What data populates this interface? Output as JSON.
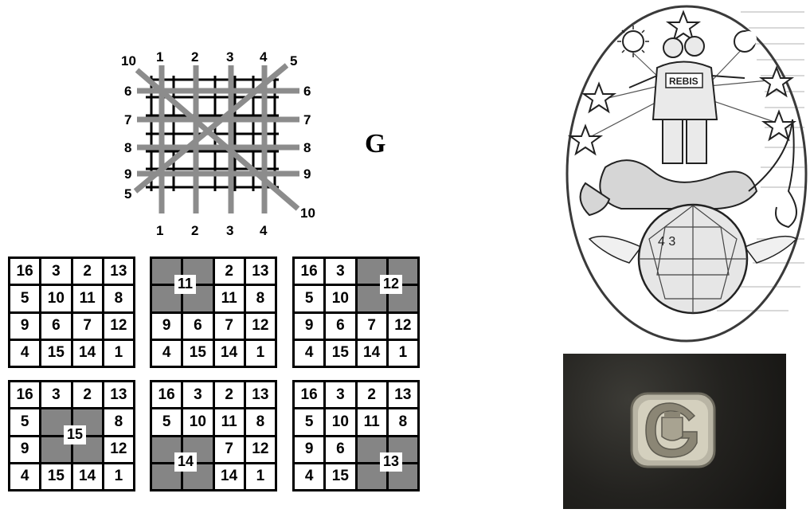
{
  "diagram": {
    "top_labels": [
      "1",
      "2",
      "3",
      "4"
    ],
    "bottom_labels": [
      "1",
      "2",
      "3",
      "4"
    ],
    "left_labels": [
      "6",
      "7",
      "8",
      "9"
    ],
    "right_labels": [
      "6",
      "7",
      "8",
      "9"
    ],
    "corner_top_left": "10",
    "corner_top_right": "5",
    "corner_bottom_left": "5",
    "corner_bottom_right": "10"
  },
  "letter": "G",
  "magic_square": [
    [
      "16",
      "3",
      "2",
      "13"
    ],
    [
      "5",
      "10",
      "11",
      "8"
    ],
    [
      "9",
      "6",
      "7",
      "12"
    ],
    [
      "4",
      "15",
      "14",
      "1"
    ]
  ],
  "panels": [
    {
      "highlight": "none",
      "label": ""
    },
    {
      "highlight": "top-left",
      "label": "11"
    },
    {
      "highlight": "top-right",
      "label": "12"
    },
    {
      "highlight": "center",
      "label": "15"
    },
    {
      "highlight": "bottom-left",
      "label": "14"
    },
    {
      "highlight": "bottom-right",
      "label": "13"
    }
  ],
  "engraving": {
    "banner_text": "REBIS",
    "globe_numbers": "4 3"
  },
  "colors": {
    "grid_line": "#000000",
    "overlay_line": "#8c8c8c",
    "highlight_fill": "#858585",
    "background": "#ffffff"
  },
  "icons": [
    "star-icon",
    "sun-icon",
    "moon-icon",
    "dragon-icon",
    "globe-icon",
    "ring-seal-icon"
  ]
}
